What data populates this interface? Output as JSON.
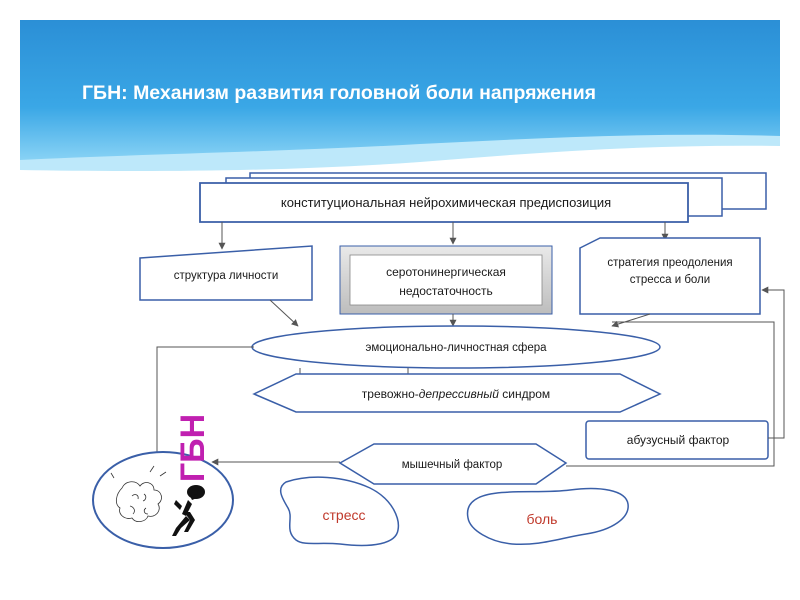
{
  "slide": {
    "title": "ГБН: Механизм развития головной боли напряжения"
  },
  "diagram": {
    "top_box": "конституциональная нейрохимическая предиспозиция",
    "personality": "структура личности",
    "serotonin_line1": "серотонинергическая",
    "serotonin_line2": "недостаточность",
    "strategy_line1": "стратегия преодоления",
    "strategy_line2": "стресса и боли",
    "emotional": "эмоционально-личностная сфера",
    "anxiety_prefix": "тревожно-",
    "anxiety_italic": "депрессивный",
    "anxiety_suffix": " синдром",
    "abuse": "абузусный фактор",
    "muscle": "мышечный фактор",
    "stress": "стресс",
    "pain": "боль",
    "gbn_label": "ГБН"
  },
  "colors": {
    "header_blue": "#2a9fe0",
    "header_light": "#7fd0f5",
    "box_border": "#3a5fa8",
    "arrow": "#555555",
    "gbn_magenta": "#c020b0",
    "stress_red": "#c0392b"
  },
  "icons": [
    "headache-figure-icon",
    "brain-cloud-icon"
  ]
}
